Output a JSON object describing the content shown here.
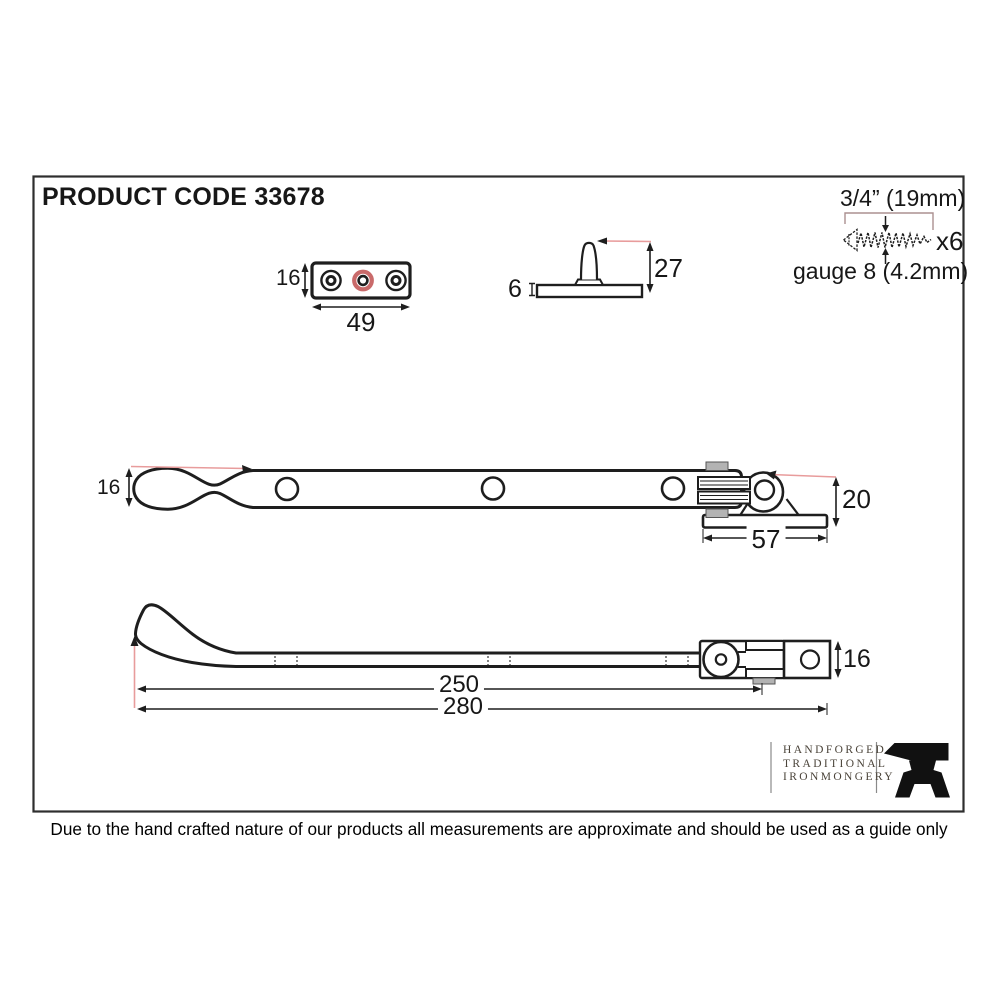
{
  "header": {
    "product_code": "PRODUCT CODE 33678"
  },
  "screws": {
    "length": "3/4” (19mm)",
    "quantity": "x6",
    "gauge": "gauge 8 (4.2mm)"
  },
  "keep_plate": {
    "height": "16",
    "width": "49"
  },
  "mushroom_pin": {
    "base_thickness": "6",
    "height": "27"
  },
  "stay_top_view": {
    "arm_width": "16",
    "bracket_height": "20",
    "bracket_length": "57"
  },
  "stay_side_view": {
    "length_to_pivot": "250",
    "overall_length": "280",
    "end_height": "16"
  },
  "brand": {
    "line1": "HANDFORGED",
    "line2": "TRADITIONAL",
    "line3": "IRONMONGERY"
  },
  "footer": {
    "disclaimer": "Due to the hand crafted nature of our products all measurements are approximate and should be used as a guide only"
  },
  "colors": {
    "line": "#1e1e1e",
    "annotation_red": "#e89c9c",
    "highlight_ring": "#c96a6a",
    "grey_fill": "#b3b3b3",
    "logo_text": "#4a4339"
  }
}
